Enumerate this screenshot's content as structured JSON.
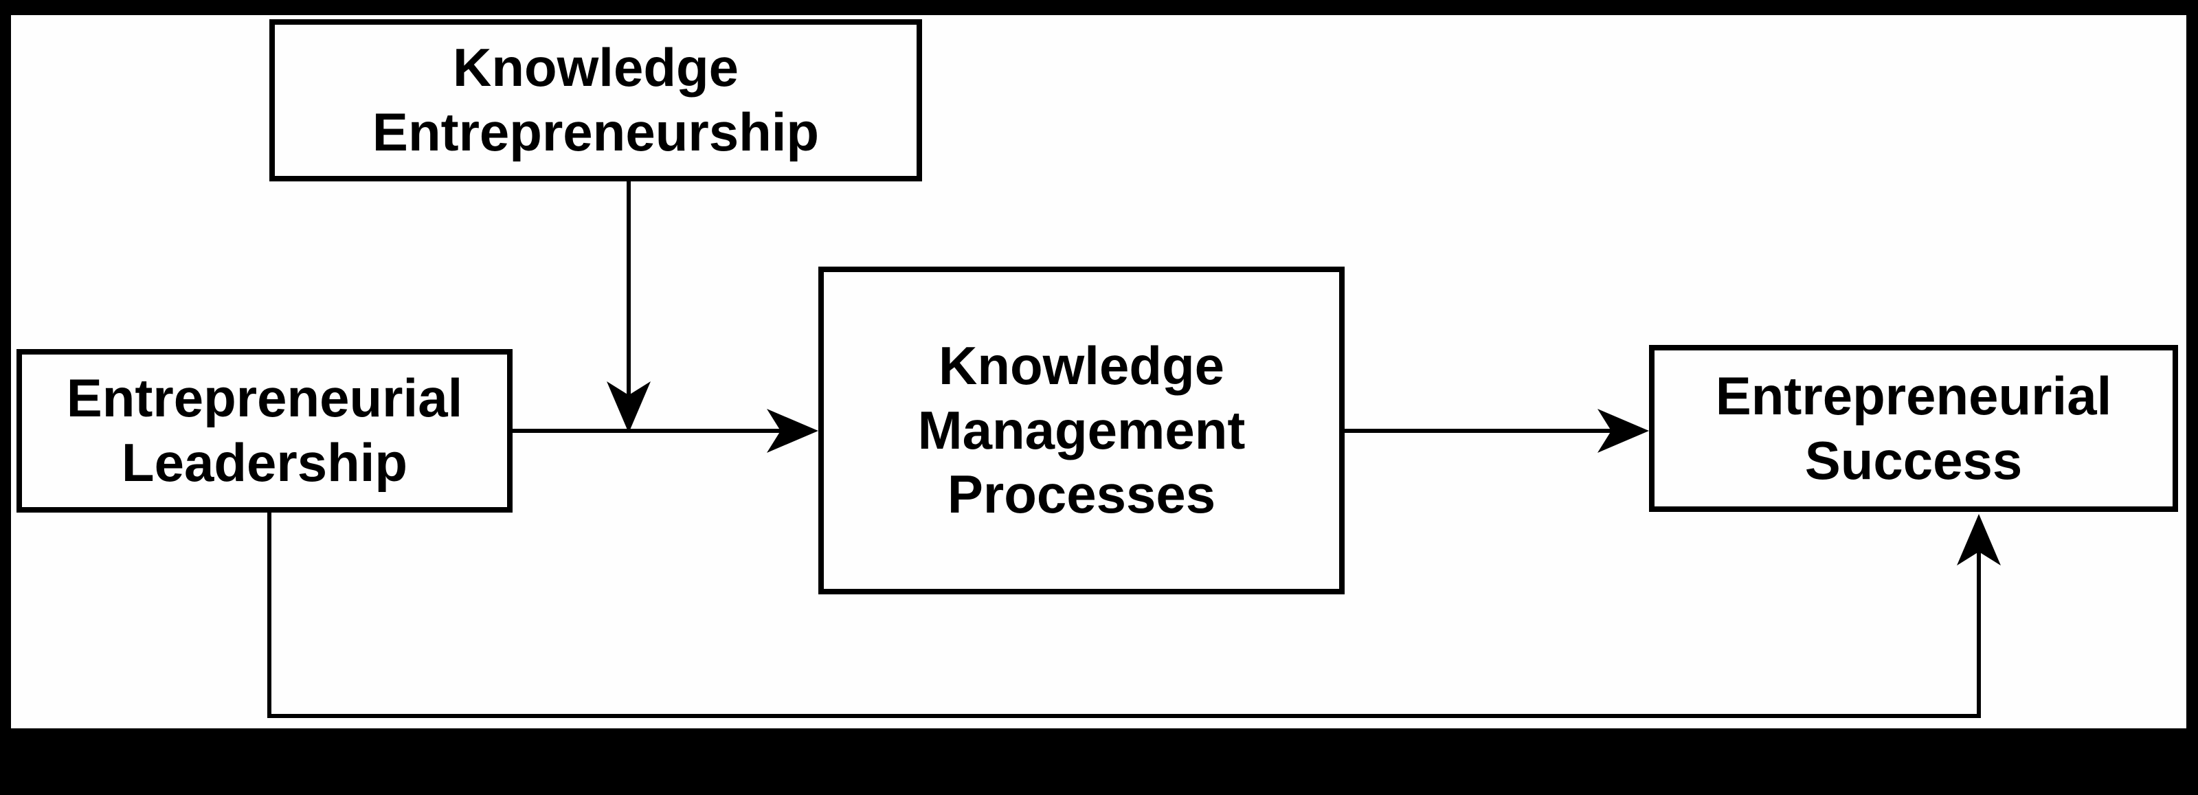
{
  "diagram": {
    "colors": {
      "frame_background": "#000000",
      "canvas_background": "#fefefe",
      "line_color": "#000000",
      "text_color": "#000000"
    },
    "nodes": {
      "knowledge_entrepreneurship": {
        "label": "Knowledge\nEntrepreneurship"
      },
      "entrepreneurial_leadership": {
        "label": "Entrepreneurial\nLeadership"
      },
      "knowledge_management_processes": {
        "label": "Knowledge\nManagement\nProcesses"
      },
      "entrepreneurial_success": {
        "label": "Entrepreneurial\nSuccess"
      }
    },
    "edges": [
      {
        "from": "Entrepreneurial Leadership",
        "to": "Knowledge Management Processes",
        "style": "straight-arrow-right"
      },
      {
        "from": "Knowledge Management Processes",
        "to": "Entrepreneurial Success",
        "style": "straight-arrow-right"
      },
      {
        "from": "Knowledge Entrepreneurship",
        "to": "Entrepreneurial Leadership to Knowledge Management Processes arrow",
        "style": "moderation-arrow-down"
      },
      {
        "from": "Entrepreneurial Leadership",
        "to": "Entrepreneurial Success",
        "style": "elbow-arrow-bottom-feedback"
      }
    ]
  }
}
